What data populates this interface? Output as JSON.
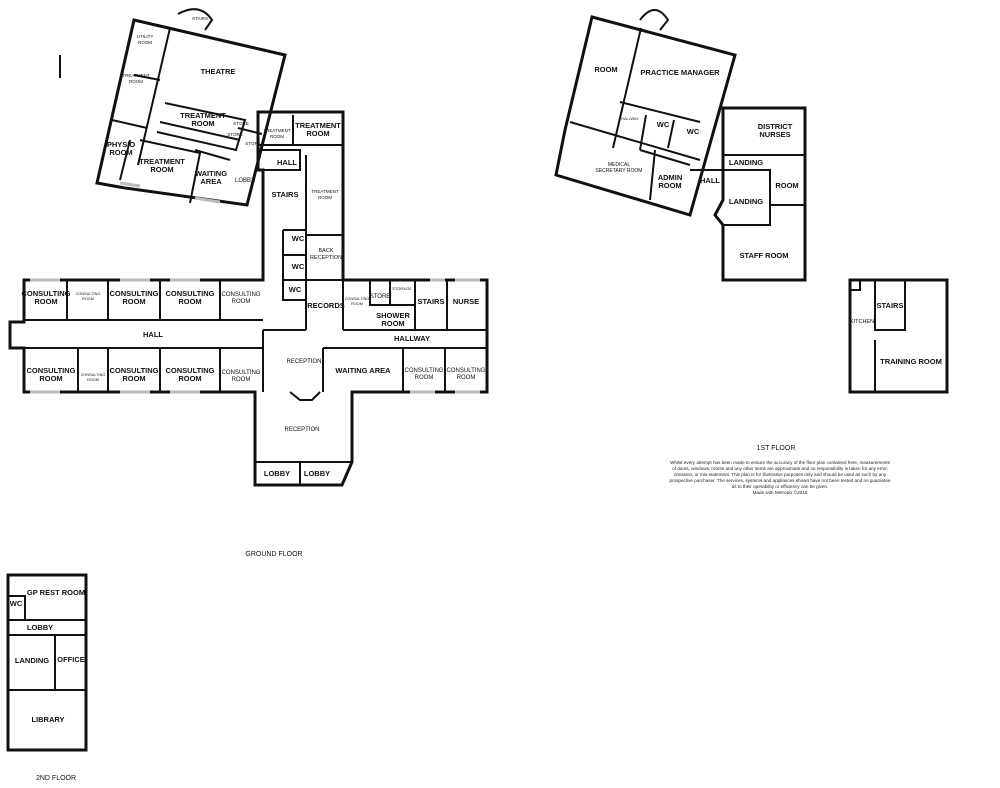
{
  "floors": {
    "ground": {
      "title": "GROUND FLOOR"
    },
    "first": {
      "title": "1ST FLOOR"
    },
    "second": {
      "title": "2ND FLOOR"
    }
  },
  "rooms": {
    "utility": [
      "UTILITY",
      "ROOM"
    ],
    "stairs_spiral": "STAIRS",
    "theatre": "THEATRE",
    "treatment_w": [
      "TREATMENT",
      "ROOM"
    ],
    "treatment_mid": [
      "TREATMENT",
      "ROOM"
    ],
    "store1": "STORE",
    "store2": "STORE",
    "store3": "STORE",
    "physio": [
      "PHYSIO",
      "ROOM"
    ],
    "treatment_sw": [
      "TREATMENT",
      "ROOM"
    ],
    "waiting_n": [
      "WAITING",
      "AREA"
    ],
    "lobby_n": "LOBBY",
    "treatment_small": [
      "TREATMENT",
      "ROOM"
    ],
    "treatment_ne": [
      "TREATMENT",
      "ROOM"
    ],
    "hall_n": "HALL",
    "stairs_c": "STAIRS",
    "treatment_c": [
      "TREATMENT",
      "ROOM"
    ],
    "wc1": "WC",
    "wc2": "WC",
    "wc3": "WC",
    "back_reception": [
      "BACK",
      "RECEPTION"
    ],
    "records": "RECORDS",
    "consulting_small_e": [
      "CONSULTING",
      "ROOM"
    ],
    "store_e": "STORE",
    "storage": "STORAGE",
    "shower": [
      "SHOWER",
      "ROOM"
    ],
    "stairs_e": "STAIRS",
    "nurse": "NURSE",
    "hallway": "HALLWAY",
    "reception_c": "RECEPTION",
    "waiting_area": "WAITING AREA",
    "consulting_e1": [
      "CONSULTING",
      "ROOM"
    ],
    "consulting_e2": [
      "CONSULTING",
      "ROOM"
    ],
    "reception_s": "RECEPTION",
    "lobby_s1": "LOBBY",
    "lobby_s2": "LOBBY",
    "hall_w": "HALL",
    "w_top": [
      [
        "CONSULTING",
        "ROOM"
      ],
      [
        "CONSULTING",
        "ROOM"
      ],
      [
        "CONSULTING",
        "ROOM"
      ],
      [
        "CONSULTING",
        "ROOM"
      ],
      [
        "CONSULTING",
        "ROOM"
      ]
    ],
    "w_bot": [
      [
        "CONSULTING",
        "ROOM"
      ],
      [
        "CONSULTING",
        "ROOM"
      ],
      [
        "CONSULTING",
        "ROOM"
      ],
      [
        "CONSULTING",
        "ROOM"
      ],
      [
        "CONSULTING",
        "ROOM"
      ]
    ],
    "f1_room": "ROOM",
    "f1_pm": "PRACTICE MANAGER",
    "f1_hallway": "HALLWAY",
    "f1_wc1": "WC",
    "f1_wc2": "WC",
    "f1_medsec": [
      "MEDICAL",
      "SECRETARY ROOM"
    ],
    "f1_admin": [
      "ADMIN",
      "ROOM"
    ],
    "f1_hall": "HALL",
    "f1_district": [
      "DISTRICT",
      "NURSES"
    ],
    "f1_landing1": "LANDING",
    "f1_landing2": "LANDING",
    "f1_room2": "ROOM",
    "f1_staff": "STAFF ROOM",
    "f1_stairs": "STAIRS",
    "f1_kitchen": "KITCHEN",
    "f1_training": "TRAINING ROOM",
    "f2_gprest": "GP REST ROOM",
    "f2_wc": "WC",
    "f2_lobby": "LOBBY",
    "f2_landing": "LANDING",
    "f2_office": "OFFICE",
    "f2_library": "LIBRARY"
  },
  "disclaimer": [
    "Whilst every attempt has been made to ensure the accuracy of the floor plan contained here, measurements",
    "of doors, windows, rooms and any other items are approximate and no responsibility is taken for any error,",
    "omission, or mis-statement. This plan is for illustrative purposes only and should be used as such by any",
    "prospective purchaser. The services, systems and appliances shown have not been tested and no guarantee",
    "as to their operability or efficiency can be given.",
    "Made with Metropix ©2015"
  ]
}
